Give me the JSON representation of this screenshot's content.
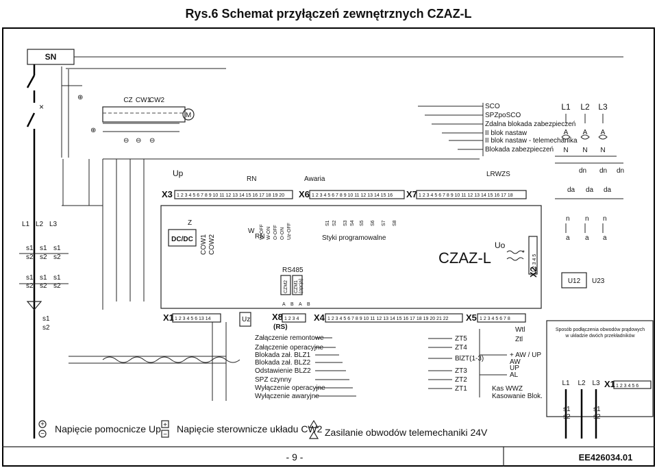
{
  "title": "Rys.6 Schemat przyłączeń zewnętrznych CZAZ-L",
  "sn_label": "SN",
  "device_name": "CZAZ-L",
  "top_labels": {
    "cz": "CZ",
    "cw1": "CW1",
    "cw2": "CW2",
    "motor": "M"
  },
  "signals_right": [
    "SCO",
    "SPZpoSCO",
    "Zdalna blokada zabezpieczeń",
    "II blok nastaw",
    "II blok nastaw - telemechanika",
    "Blokada zabezpieczeń"
  ],
  "phases": [
    "L1",
    "L2",
    "L3"
  ],
  "ct_labels": {
    "a": "A",
    "n": "N",
    "da": "da",
    "dn": "dn",
    "small_n": "n",
    "small_a": "a",
    "s1": "s1",
    "s2": "s2"
  },
  "strip_labels": {
    "up": "Up",
    "rn": "RN",
    "awaria": "Awaria",
    "lrw": "LRW",
    "zs": "ZS",
    "x3": "X3",
    "x6": "X6",
    "x7": "X7",
    "x1": "X1",
    "x8": "X8",
    "x8_sub": "(RS)",
    "x4": "X4",
    "x5": "X5",
    "x2": "X2",
    "dcdc": "DC/DC",
    "cow1": "COW1",
    "cow2": "COW2",
    "z": "Z",
    "w": "W",
    "rn_lower": "RN",
    "w_off": "W-OFF",
    "w_on": "W-ON",
    "o_off": "O-OFF",
    "o_on": "O-ON",
    "uz_off": "Uz-OFF",
    "styki": "Styki programowalne",
    "rs485": "RS485",
    "czm2": "CZM2",
    "czm1": "CZM1",
    "czm1_sub": "(opcja)",
    "a": "A",
    "b": "B",
    "uz": "Uz",
    "uo": "Uo",
    "u12": "U12",
    "u23": "U23",
    "wtl": "Wtl",
    "ztl": "Ztl"
  },
  "contacts": [
    "S1",
    "S2",
    "S3",
    "S4",
    "S5",
    "S6",
    "S7",
    "S8"
  ],
  "x3_terms": [
    "1",
    "2",
    "3",
    "4",
    "5",
    "6",
    "7",
    "8",
    "9",
    "10",
    "11",
    "12",
    "13",
    "14",
    "15",
    "16",
    "17",
    "18",
    "19",
    "20"
  ],
  "x6_terms": [
    "1",
    "2",
    "3",
    "4",
    "5",
    "6",
    "7",
    "8",
    "9",
    "10",
    "11",
    "12",
    "13",
    "14",
    "15",
    "16"
  ],
  "x7_terms": [
    "1",
    "2",
    "3",
    "4",
    "5",
    "6",
    "7",
    "8",
    "9",
    "10",
    "11",
    "12",
    "13",
    "14",
    "15",
    "16",
    "17",
    "18"
  ],
  "x1_terms": [
    "1",
    "2",
    "3",
    "4",
    "5",
    "6",
    "13",
    "14"
  ],
  "x8_terms": [
    "1",
    "2",
    "3",
    "4"
  ],
  "x4_terms": [
    "1",
    "2",
    "3",
    "4",
    "5",
    "6",
    "7",
    "8",
    "9",
    "10",
    "11",
    "12",
    "13",
    "14",
    "15",
    "16",
    "17",
    "18",
    "19",
    "20",
    "21",
    "22"
  ],
  "x5_terms": [
    "1",
    "2",
    "3",
    "4",
    "5",
    "6",
    "7",
    "8"
  ],
  "x2_terms": [
    "1",
    "2",
    "3",
    "4",
    "5"
  ],
  "x1_right_terms": [
    "1",
    "2",
    "3",
    "4",
    "5",
    "6"
  ],
  "inputs_left": [
    "Załączenie remontowe",
    "Załączenie operacyjne",
    "Blokada zał. BLZ1",
    "Blokada zał. BLZ2",
    "Odstawienie BLZ2",
    "SPZ czynny",
    "Wyłączenie operacyjne",
    "Wyłączenie awaryjne"
  ],
  "outputs_zt": [
    "ZT5",
    "ZT4",
    "BlZT(1-3)",
    "ZT3",
    "ZT2",
    "ZT1"
  ],
  "alarm_items": [
    "+ AW / UP",
    "AW",
    "UP",
    "AL",
    "Kas WWZ",
    "Kasowanie Blok."
  ],
  "side_note": [
    "Sposób podłączenia obwodów prądowych",
    "w układzie dwóch przekładników"
  ],
  "legend": {
    "up": "Napięcie pomocnicze Up",
    "cw2": "Napięcie sterownicze układu CW2",
    "telemech": "Zasilanie obwodów telemechaniki 24V"
  },
  "page_number": "- 9 -",
  "doc_code": "EE426034.01"
}
